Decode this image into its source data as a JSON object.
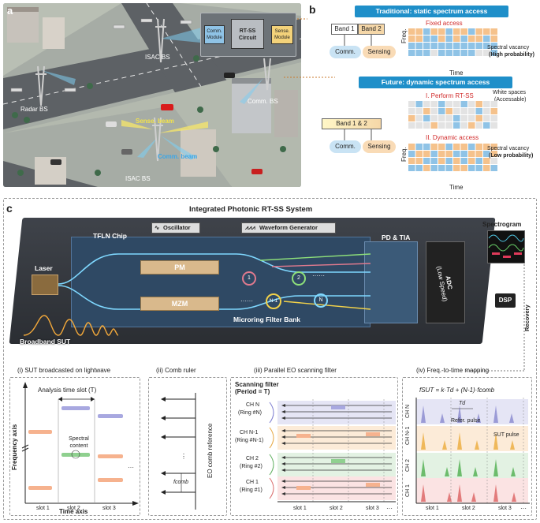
{
  "panel_a": {
    "label": "a",
    "chip_title": "RT-SS Circuit",
    "comm_module": "Comm. Module",
    "sense_module": "Sense. Module",
    "isac_bs_top": "ISAC BS",
    "radar_bs": "Radar BS",
    "comm_bs": "Comm. BS",
    "isac_bs_bottom": "ISAC BS",
    "sense_beam": "Sense. beam",
    "comm_beam": "Comm. beam"
  },
  "panel_b": {
    "label": "b",
    "traditional_title": "Traditional: static spectrum access",
    "band1": "Band 1",
    "band2": "Band 2",
    "comm": "Comm.",
    "sensing": "Sensing",
    "fixed_access": "Fixed access",
    "freq": "Freq.",
    "time": "Time",
    "spectral_vacancy": "Spectral vacancy",
    "high_prob": "(High probability)",
    "future_title": "Future: dynamic spectrum access",
    "band12": "Band 1 & 2",
    "perform_rtss": "I. Perform RT-SS",
    "white_spaces": "White spaces",
    "accessable": "(Accessable)",
    "dynamic_access": "II. Dynamic access",
    "spectral_vacancy2": "Spectral vacancy",
    "low_prob": "(Low probability)",
    "colors": {
      "comm": "#8fc3e6",
      "sensing": "#f5c28c",
      "empty": "#e3e3e3",
      "header": "#1f8fc9"
    }
  },
  "panel_c": {
    "label": "c",
    "title": "Integrated Photonic RT-SS System",
    "tfln_chip": "TFLN Chip",
    "oscillator": "Oscillator",
    "waveform_gen": "Waveform Generator",
    "pd_tia": "PD & TIA",
    "spectrogram": "Spectrogram",
    "laser": "Laser",
    "pm": "PM",
    "mzm": "MZM",
    "adc": "ADC",
    "adc_sub": "(Low Speed)",
    "dsp": "DSP",
    "recovery": "Recovery",
    "microring_bank": "Microring Filter Bank",
    "broadband_sut": "Broadband SUT",
    "ring1": "1",
    "ring2": "2",
    "ringN1": "N-1",
    "ringN": "N",
    "dots": "······"
  },
  "sub_i": {
    "title": "(i) SUT broadcasted on lightwave",
    "analysis_slot": "Analysis time slot (T)",
    "freq_axis": "Frequency axis",
    "time_axis": "Time axis",
    "spectral_content": "Spectral content",
    "slots": [
      "slot 1",
      "slot 2",
      "slot 3"
    ],
    "ellipsis": "···"
  },
  "sub_ii": {
    "title": "(ii) Comb ruler",
    "eo_comb": "EO comb reference",
    "fcomb": "fcomb",
    "vdots": "⋮"
  },
  "sub_iii": {
    "title": "(iii) Parallel EO scanning filter",
    "scan_filter": "Scanning filter",
    "period": "(Period = T)",
    "channels": [
      {
        "name": "CH N",
        "ring": "(Ring #N)"
      },
      {
        "name": "CH N-1",
        "ring": "(Ring #N-1)"
      },
      {
        "name": "CH 2",
        "ring": "(Ring #2)"
      },
      {
        "name": "CH 1",
        "ring": "(Ring #1)"
      }
    ],
    "slots": [
      "slot 1",
      "slot 2",
      "slot 3"
    ],
    "ellipsis": "···"
  },
  "sub_iv": {
    "title": "(iv) Freq.-to-time mapping",
    "formula": "fSUT = k·Td + (N-1)·fcomb",
    "td": "Td",
    "refer_pulse": "Refer. pulse",
    "sut_pulse": "SUT pulse",
    "channels": [
      "CH N",
      "CH N-1",
      "CH 2",
      "CH 1"
    ],
    "slots": [
      "slot 1",
      "slot 2",
      "slot 3"
    ],
    "ellipsis": "···"
  }
}
